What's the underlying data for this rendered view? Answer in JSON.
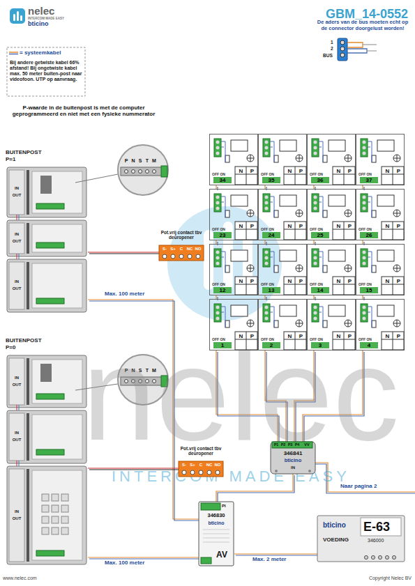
{
  "diagram": {
    "title": "GBM_14-0552",
    "nodes": [
      {
        "text": [
          "BUITENPOST",
          "P=1"
        ]
      },
      {
        "text": [
          "Pot.vrij contact tbv deuropener",
          "S-",
          "S+",
          "C",
          "NC",
          "NO"
        ]
      },
      {
        "text": [
          "OFF ON",
          "N",
          "P",
          "34"
        ]
      },
      {
        "text": [
          "OFF ON",
          "N",
          "P",
          "35"
        ]
      },
      {
        "text": [
          "OFF ON",
          "N",
          "P",
          "36"
        ]
      },
      {
        "text": [
          "OFF ON",
          "N",
          "P",
          "37"
        ]
      },
      {
        "text": [
          "OFF ON",
          "N",
          "P",
          "23"
        ]
      },
      {
        "text": [
          "OFF ON",
          "N",
          "P",
          "24"
        ]
      },
      {
        "text": [
          "OFF ON",
          "N",
          "P",
          "25"
        ]
      },
      {
        "text": [
          "OFF ON",
          "N",
          "P",
          "26"
        ]
      },
      {
        "text": [
          "OFF ON",
          "N",
          "P",
          "12"
        ]
      },
      {
        "text": [
          "OFF ON",
          "N",
          "P",
          "13"
        ]
      },
      {
        "text": [
          "OFF ON",
          "N",
          "P",
          "14"
        ]
      },
      {
        "text": [
          "OFF ON",
          "N",
          "P",
          "15"
        ]
      },
      {
        "text": [
          "OFF ON",
          "N",
          "P",
          "1"
        ]
      },
      {
        "text": [
          "OFF ON",
          "N",
          "P",
          "2"
        ]
      },
      {
        "text": [
          "OFF ON",
          "N",
          "P",
          "3"
        ]
      },
      {
        "text": [
          "OFF ON",
          "N",
          "P",
          "4"
        ]
      },
      {
        "text": [
          "BUITENPOST",
          "P=0"
        ]
      },
      {
        "text": [
          "Pot.vrij contact tbv deuropener",
          "S-",
          "S+",
          "C",
          "NC",
          "NO"
        ]
      },
      {
        "text": [
          "P1",
          "P2",
          "P3",
          "P4",
          "VV",
          "346841",
          "bticino",
          "IN"
        ]
      },
      {
        "text": [
          "PI",
          "346830",
          "bticino",
          "AV"
        ]
      },
      {
        "text": [
          "bticino",
          "E-63",
          "VOEDING",
          "346000"
        ]
      }
    ],
    "edges": [
      {
        "from": 0,
        "to": 21,
        "label": "Max. 100 meter",
        "arrow": "none"
      },
      {
        "from": 18,
        "to": 21,
        "label": "Max. 100 meter",
        "arrow": "none"
      },
      {
        "from": 0,
        "to": 1,
        "arrow": "none"
      },
      {
        "from": 18,
        "to": 19,
        "arrow": "none"
      },
      {
        "from": 21,
        "to": 20,
        "arrow": "none"
      },
      {
        "from": 21,
        "to": 22,
        "label": "Max. 2 meter",
        "arrow": "none"
      },
      {
        "from": 20,
        "to": 14,
        "arrow": "none"
      },
      {
        "from": 20,
        "to": 15,
        "arrow": "none"
      },
      {
        "from": 20,
        "to": 16,
        "arrow": "none"
      },
      {
        "from": 20,
        "to": 17,
        "arrow": "none"
      },
      {
        "from": 14,
        "to": 10,
        "arrow": "none"
      },
      {
        "from": 15,
        "to": 11,
        "arrow": "none"
      },
      {
        "from": 16,
        "to": 12,
        "arrow": "none"
      },
      {
        "from": 17,
        "to": 13,
        "arrow": "none"
      },
      {
        "from": 10,
        "to": 6,
        "arrow": "none"
      },
      {
        "from": 11,
        "to": 7,
        "arrow": "none"
      },
      {
        "from": 12,
        "to": 8,
        "arrow": "none"
      },
      {
        "from": 13,
        "to": 9,
        "arrow": "none"
      },
      {
        "from": 6,
        "to": 2,
        "arrow": "none"
      },
      {
        "from": 7,
        "to": 3,
        "arrow": "none"
      },
      {
        "from": 8,
        "to": 4,
        "arrow": "none"
      },
      {
        "from": 9,
        "to": 5,
        "arrow": "none"
      }
    ],
    "labels": [
      "Bij andere getwiste kabel 66% afstand! Bij ongetwiste kabel max. 50 meter buiten-post naar videofoon. UTP op aanvraag.",
      "De aders van de bus moeten echt op de connector doorgelust worden!",
      "1",
      "2",
      "BUS",
      "P-waarde in de buitenpost is met de computer geprogrammeerd en niet met een fysieke nummerator",
      "P",
      "N",
      "S",
      "T",
      "M",
      "IN",
      "OUT",
      "IN",
      "OUT",
      "IN",
      "OUT",
      "P",
      "N",
      "S",
      "T",
      "M",
      "IN",
      "OUT",
      "IN",
      "OUT",
      "IN",
      "OUT",
      "Naar pagina 2",
      "nelec",
      "INTERCOM MADE EASY",
      "nelec",
      "INTERCOM MADE EASY",
      "bticino",
      "www.nelec.com",
      "Copyright Nelec BV"
    ],
    "legend": [
      {
        "text": "= systeemkabel"
      }
    ]
  }
}
